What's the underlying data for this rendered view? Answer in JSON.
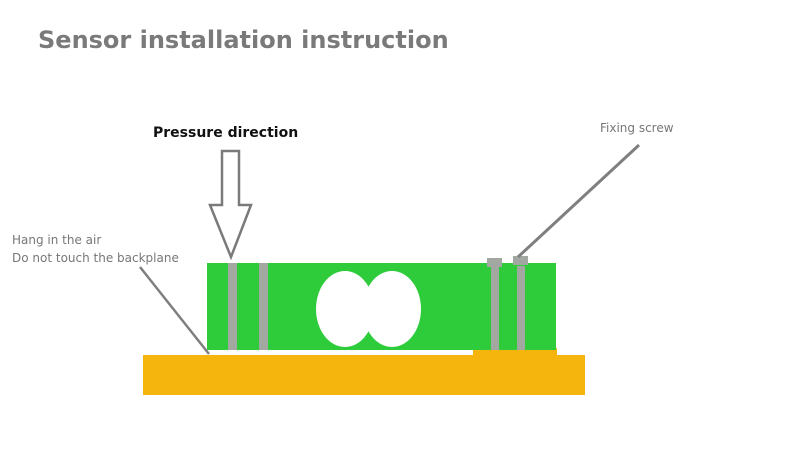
{
  "title": "Sensor installation instruction",
  "labels": {
    "pressure_direction": "Pressure direction",
    "fixing_screw": "Fixing screw",
    "hang_line1": "Hang in the air",
    "hang_line2": "Do not touch the backplane"
  },
  "colors": {
    "sensor": "#2ecc3a",
    "backplane": "#f5b50d",
    "screw": "#a3a7a2",
    "leader": "#7f7f7f"
  }
}
